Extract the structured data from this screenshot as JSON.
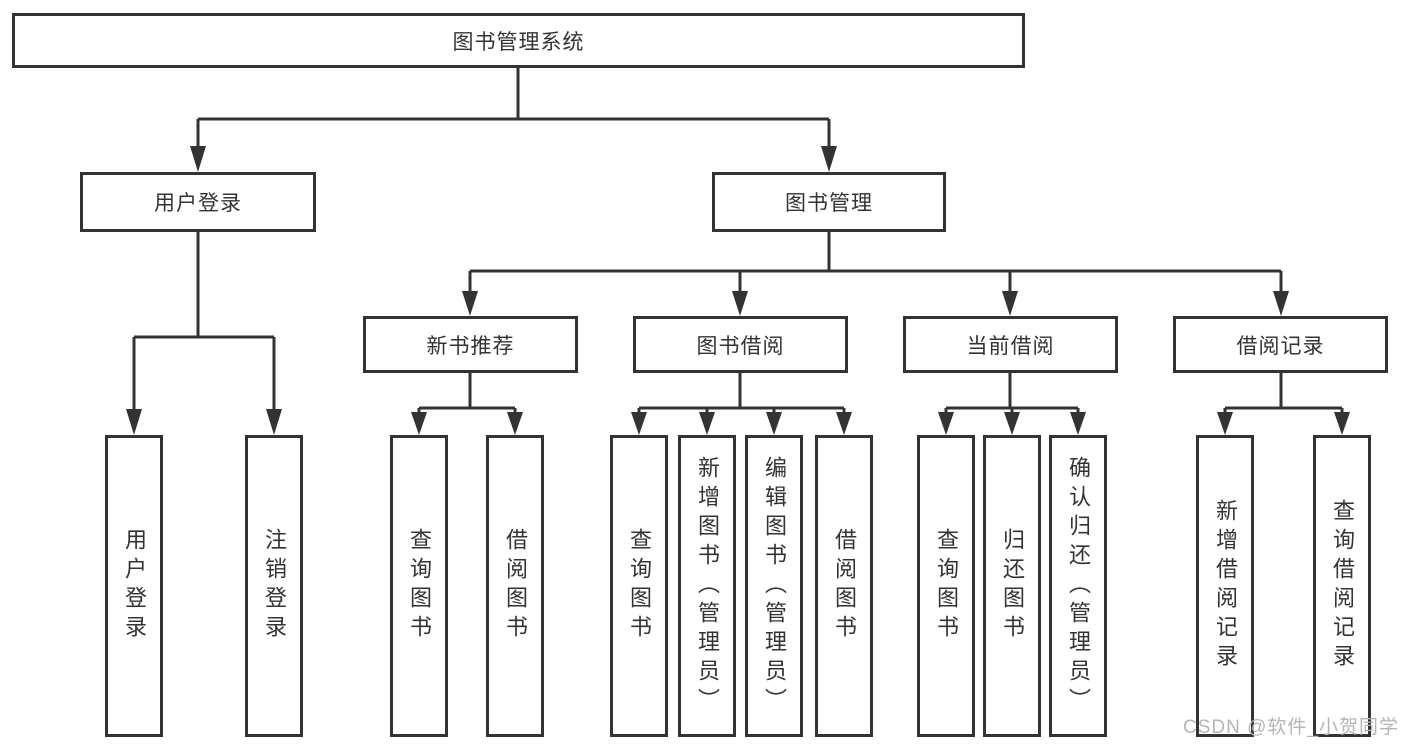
{
  "tree": {
    "root": {
      "label": "图书管理系统",
      "children": [
        {
          "label": "用户登录",
          "children": [
            {
              "label": "用户登录"
            },
            {
              "label": "注销登录"
            }
          ]
        },
        {
          "label": "图书管理",
          "children": [
            {
              "label": "新书推荐",
              "children": [
                {
                  "label": "查询图书"
                },
                {
                  "label": "借阅图书"
                }
              ]
            },
            {
              "label": "图书借阅",
              "children": [
                {
                  "label": "查询图书"
                },
                {
                  "label": "新增图书（管理员）"
                },
                {
                  "label": "编辑图书（管理员）"
                },
                {
                  "label": "借阅图书"
                }
              ]
            },
            {
              "label": "当前借阅",
              "children": [
                {
                  "label": "查询图书"
                },
                {
                  "label": "归还图书"
                },
                {
                  "label": "确认归还（管理员）"
                }
              ]
            },
            {
              "label": "借阅记录",
              "children": [
                {
                  "label": "新增借阅记录"
                },
                {
                  "label": "查询借阅记录"
                }
              ]
            }
          ]
        }
      ]
    }
  },
  "watermark": {
    "text": "CSDN @软件_小贺同学"
  },
  "colors": {
    "line": "#333333",
    "text": "#333333",
    "watermark": "#b5b5b5",
    "background": "#ffffff"
  }
}
